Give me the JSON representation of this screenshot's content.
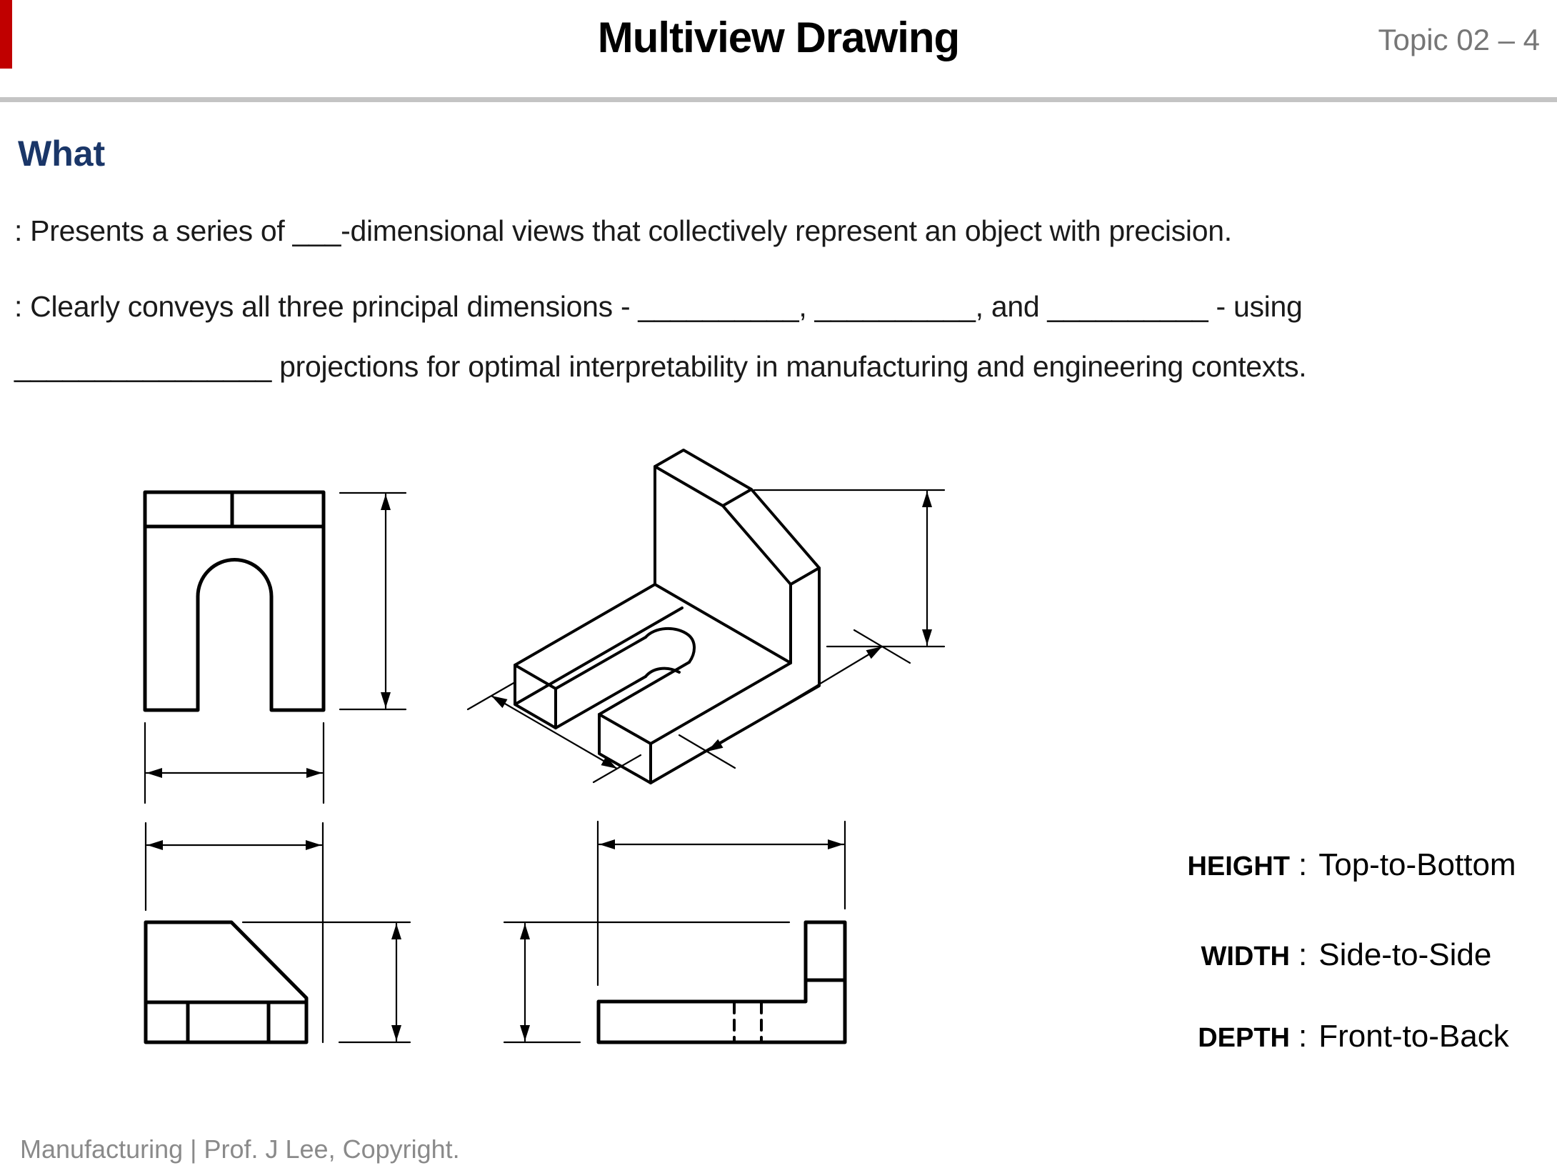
{
  "header": {
    "title": "Multiview Drawing",
    "topic": "Topic 02 – 4"
  },
  "what": {
    "heading": "What",
    "line1": ": Presents a series of ___-dimensional views that collectively represent an object with precision.",
    "line2": ": Clearly conveys all three principal dimensions - __________, __________, and __________ - using",
    "line3": "________________ projections for optimal interpretability in manufacturing and engineering contexts."
  },
  "legend": {
    "separator": ":",
    "rows": [
      {
        "term": "HEIGHT",
        "definition": "Top-to-Bottom"
      },
      {
        "term": "WIDTH",
        "definition": "Side-to-Side"
      },
      {
        "term": "DEPTH",
        "definition": "Front-to-Back"
      }
    ]
  },
  "footer": {
    "text": "Manufacturing | Prof. J Lee, Copyright."
  },
  "colors": {
    "accent": "#C00000",
    "heading": "#1A3668",
    "body": "#1A1A1A",
    "muted": "#767676",
    "footer": "#8A8A8A",
    "divider": "#C4C4C4",
    "line": "#000000",
    "bg": "#FFFFFF"
  }
}
